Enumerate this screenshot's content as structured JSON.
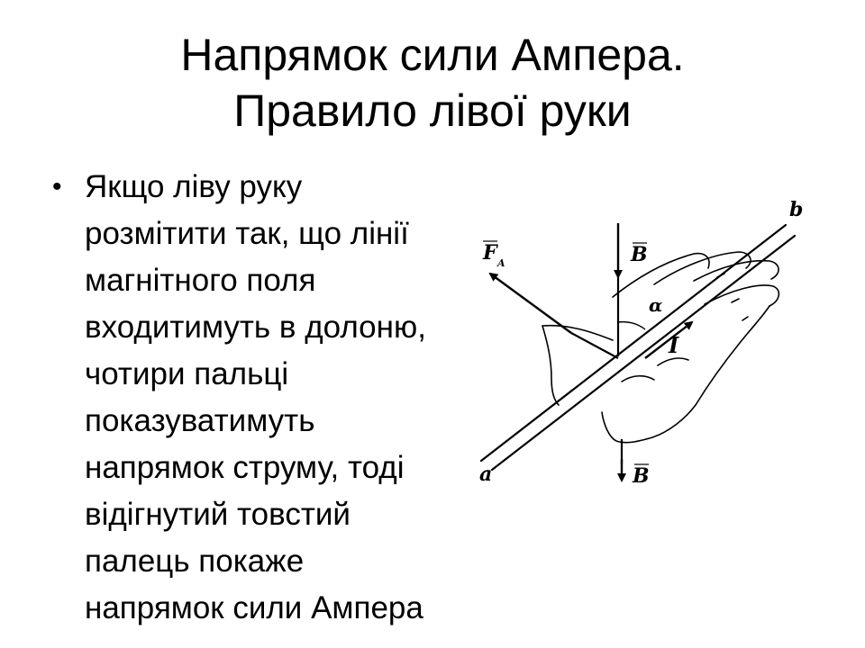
{
  "slide": {
    "title_line1": "Напрямок сили Ампера.",
    "title_line2": "Правило лівої руки",
    "bullet_lines": [
      "Якщо ліву руку",
      "розмітити так, що лінії",
      "магнітного поля",
      "входитимуть в долоню,",
      "чотири пальці",
      "показуватимуть",
      "напрямок струму, тоді",
      "відігнутий товстий",
      "палець покаже",
      "напрямок сили Ампера"
    ]
  },
  "diagram": {
    "labels": {
      "force": "F",
      "force_subscript": "A",
      "field_top": "B",
      "field_bottom": "B",
      "current": "I",
      "angle": "α",
      "wire_end_a": "a",
      "wire_end_b": "b"
    }
  }
}
